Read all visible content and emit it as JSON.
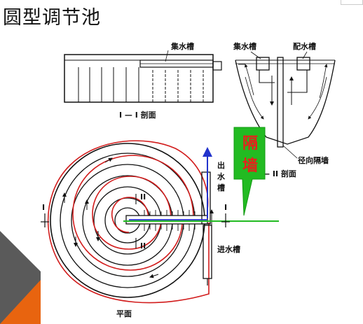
{
  "slide": {
    "title": "圆型调节池"
  },
  "section_view": {
    "collector_label": "集水槽",
    "caption": "I — I 剖面"
  },
  "detail_view": {
    "collector_label": "集水槽",
    "distributor_label": "配水槽",
    "radial_wall_label": "径向隔墙",
    "caption": "II — II 剖面"
  },
  "plan_view": {
    "outlet_label": [
      "出",
      "水",
      "槽"
    ],
    "inlet_label": "进水槽",
    "caption": "平面",
    "section_marks": {
      "one": "I",
      "two": "II"
    }
  },
  "callout": {
    "text": [
      "隔",
      "墙"
    ],
    "fill": "#22bb22",
    "text_color": "#e8201c"
  },
  "colors": {
    "flow_path": "#d21c1c",
    "axis_green": "#22bb22",
    "axis_blue": "#2233cc",
    "deco_orange": "#e8640f",
    "deco_grey": "#5a5a5a"
  }
}
